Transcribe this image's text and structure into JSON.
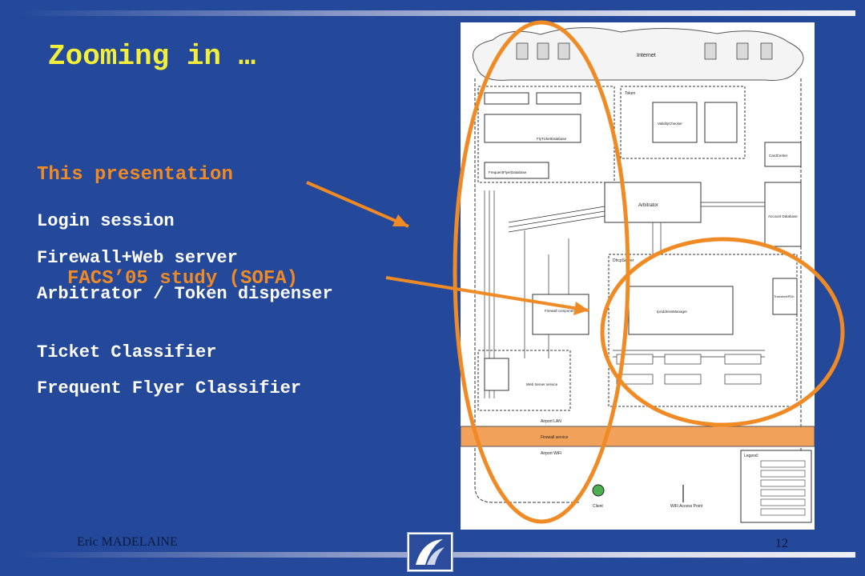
{
  "slide": {
    "title": "Zooming in …",
    "subhead": "This presentation",
    "items": [
      "Login session",
      "Firewall+Web server",
      "Arbitrator / Token dispenser",
      "Ticket Classifier",
      "Frequent Flyer Classifier"
    ],
    "facs_label": "FACS’05 study (SOFA)",
    "footer_author": "Eric MADELAINE",
    "page_number": "12"
  },
  "diagram": {
    "cloud_label": "Internet",
    "boxes": {
      "arbitrator": "Arbitrator",
      "firewall": "Firewall component",
      "web_server": "Web Server service",
      "card_center": "CardCenter",
      "account_db": "Account Database",
      "token": "Token",
      "frequent_flyer_db": "FrequentFlyerDatabase",
      "dhcp_server": "DhcpServer",
      "ip_address_manager": "IpAddressManager",
      "transient_ip": "TransientIPDb",
      "validity_checker": "ValidityChecker",
      "flyticket_db": "FlyTicketDatabase",
      "airport_lan": "Airport LAN",
      "firewall_service": "Firewall service",
      "airport_wifi": "Airport WiFi",
      "client": "Client",
      "wifi_ap": "WiFi Access Point",
      "legend": "Legend:"
    }
  },
  "colors": {
    "background": "#24489a",
    "title": "#f2ee3a",
    "accent_orange": "#f08a24",
    "text": "#ffffff"
  }
}
